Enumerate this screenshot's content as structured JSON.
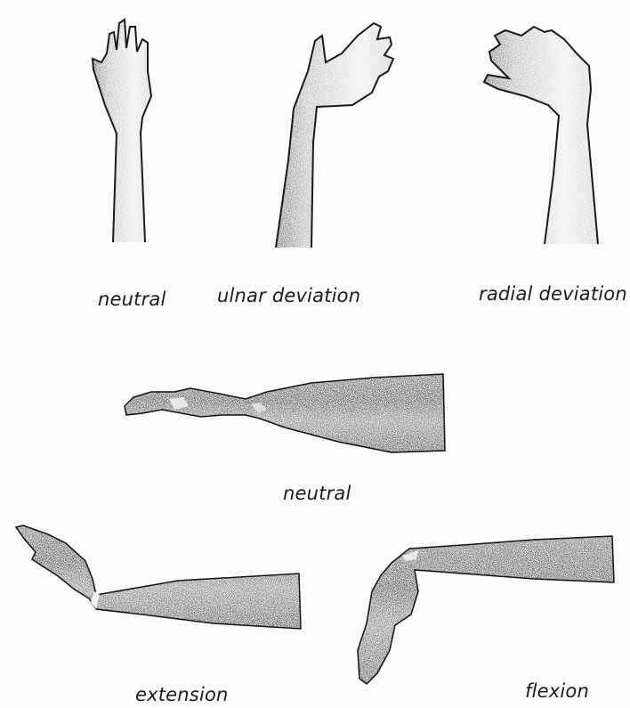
{
  "figure": {
    "top_row": {
      "labels": [
        "neutral",
        "ulnar deviation",
        "radial deviation"
      ]
    },
    "middle_row": {
      "label": "neutral"
    },
    "bottom_row": {
      "labels": [
        "extension",
        "flexion"
      ]
    }
  },
  "colors": {
    "ink": "#1a1a1a",
    "shade": "#6e6e6e",
    "paper": "#ffffff"
  }
}
